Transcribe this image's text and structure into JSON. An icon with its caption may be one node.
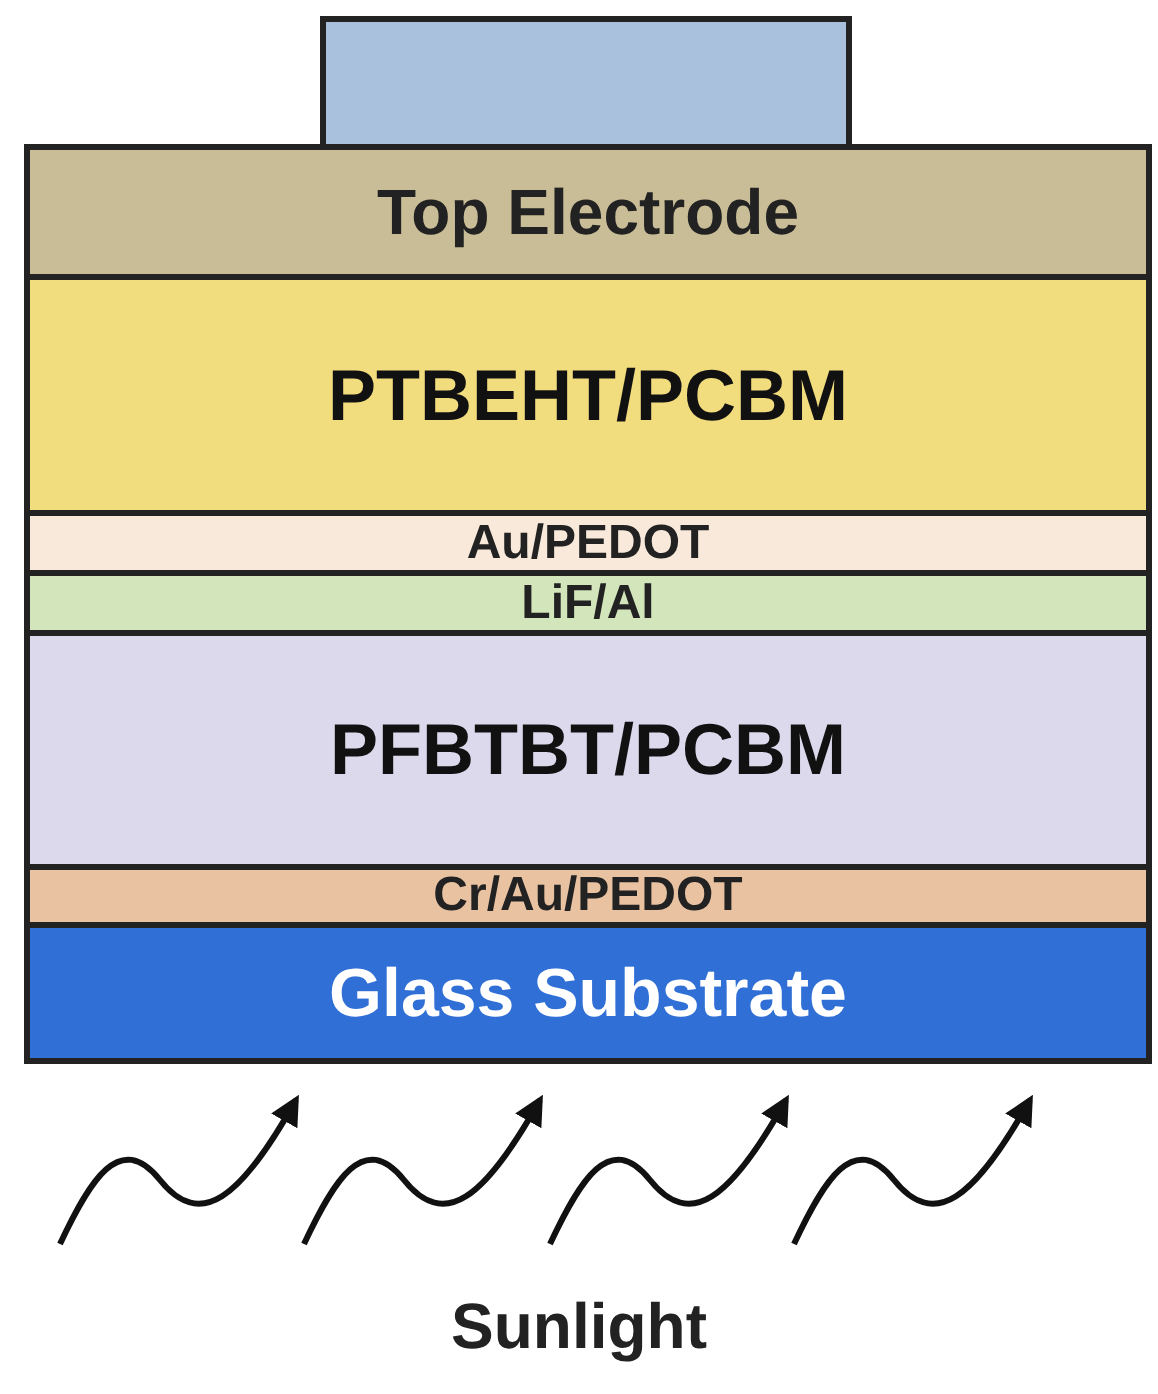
{
  "diagram": {
    "nodes": [
      {
        "text": [],
        "shape": "box"
      },
      {
        "text": [
          "Top Electrode"
        ]
      },
      {
        "text": [
          "PTBEHT/PCBM"
        ]
      },
      {
        "text": [
          "Au/PEDOT"
        ]
      },
      {
        "text": [
          "LiF/Al"
        ]
      },
      {
        "text": [
          "PFBTBT/PCBM"
        ]
      },
      {
        "text": [
          "Cr/Au/PEDOT"
        ]
      },
      {
        "text": [
          "Glass Substrate"
        ]
      }
    ],
    "edges": [],
    "labels": [
      "Sunlight"
    ]
  }
}
